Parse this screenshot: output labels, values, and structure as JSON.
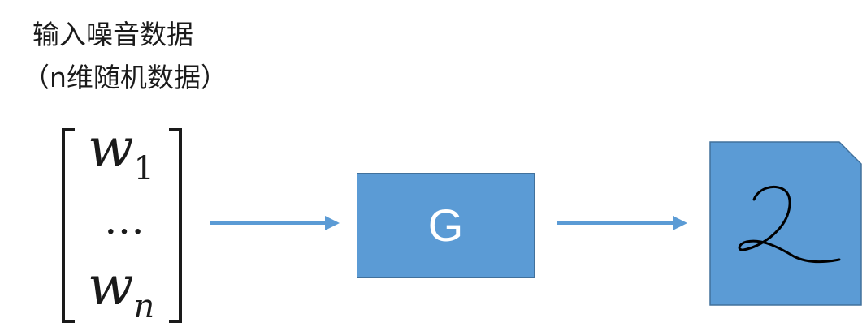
{
  "caption": {
    "line1": "输入噪音数据",
    "line2": "（n维随机数据）"
  },
  "vector": {
    "first_base": "w",
    "first_sub": "1",
    "ellipsis": "…",
    "last_base": "w",
    "last_sub": "n"
  },
  "generator": {
    "label": "G"
  },
  "colors": {
    "box_fill": "#5b9bd5",
    "box_border": "#41719c",
    "arrow": "#5b9bd5",
    "text": "#1a1a1a",
    "handwriting": "#000000"
  },
  "icons": {
    "arrow": "right-arrow-icon",
    "output": "handwritten-digit-document-icon"
  }
}
